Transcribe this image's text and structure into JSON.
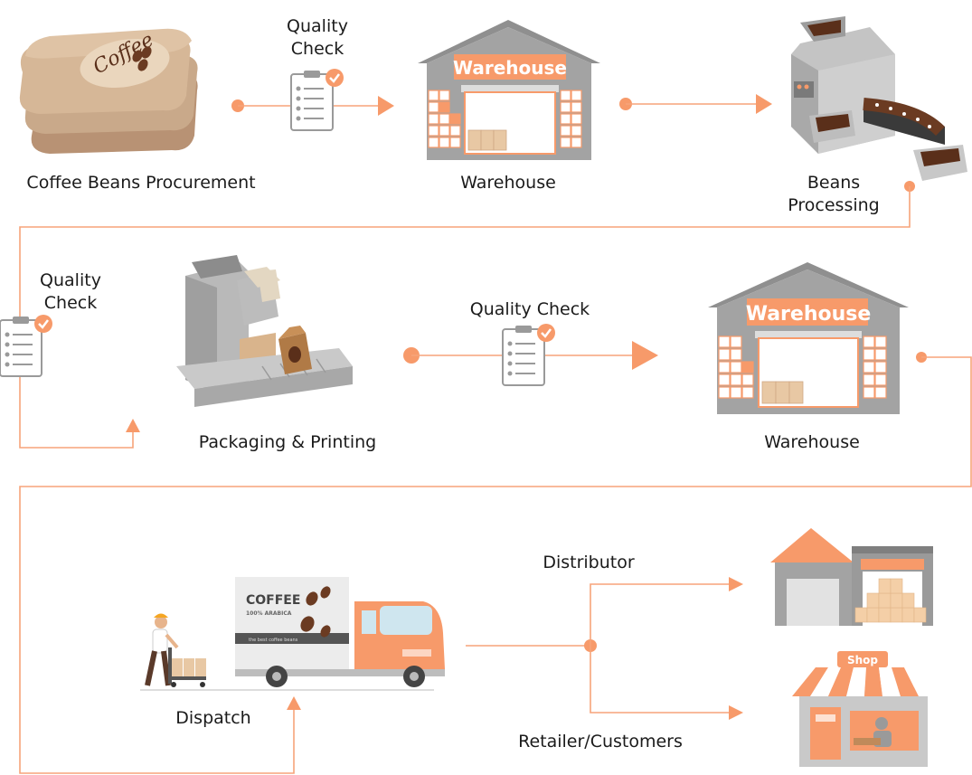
{
  "labels": {
    "procurement": "Coffee Beans Procurement",
    "quality_check_1_line1": "Quality",
    "quality_check_1_line2": "Check",
    "warehouse_1": "Warehouse",
    "beans_processing_line1": "Beans",
    "beans_processing_line2": "Processing",
    "quality_check_2_line1": "Quality",
    "quality_check_2_line2": "Check",
    "packaging": "Packaging & Printing",
    "quality_check_3": "Quality Check",
    "warehouse_2": "Warehouse",
    "dispatch": "Dispatch",
    "distributor": "Distributor",
    "retailer": "Retailer/Customers"
  },
  "illustrations": {
    "warehouse_sign": "Warehouse",
    "sack_text": "Coffee",
    "truck_brand": "COFFEE",
    "truck_subtitle": "100% ARABICA",
    "truck_stripe": "the best coffee beans",
    "shop_sign": "Shop"
  },
  "colors": {
    "accent": "#f79a6a",
    "accent_dark": "#f58a56",
    "gray": "#9a9a9a",
    "gray_dark": "#7f7f7f",
    "sack": "#c9a98a",
    "bean": "#6b3b22"
  }
}
